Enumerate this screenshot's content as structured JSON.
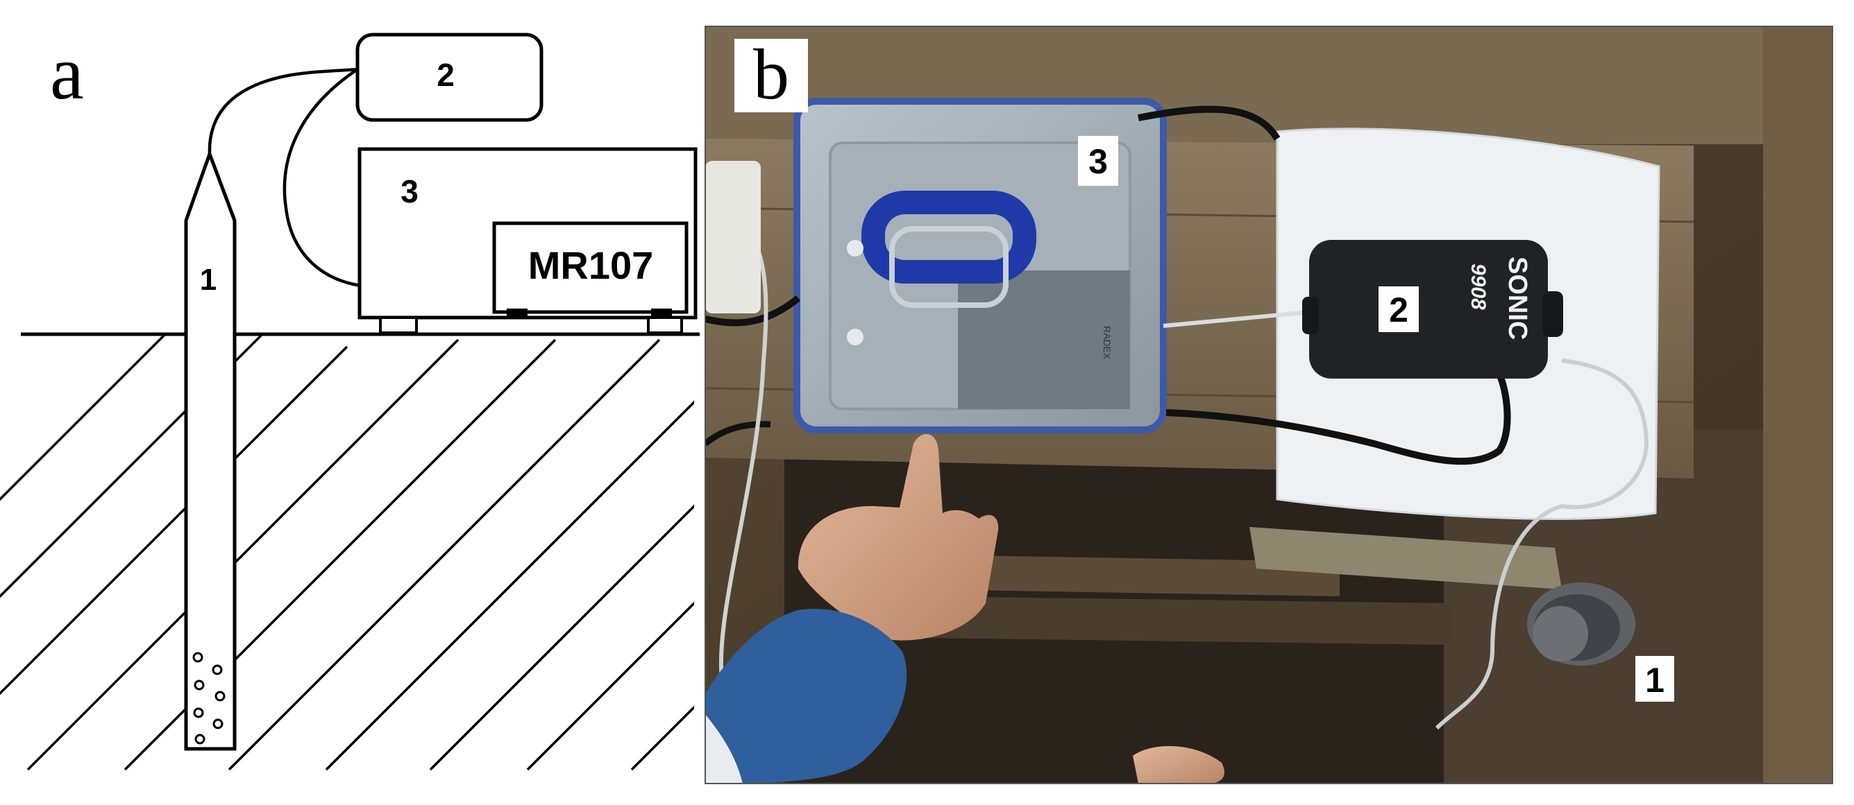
{
  "panel_a": {
    "letter": "a",
    "probe_label": "1",
    "pump_label": "2",
    "box_label": "3",
    "instrument_label": "MR107"
  },
  "panel_b": {
    "letter": "b",
    "box_label": "3",
    "pump_label": "2",
    "probe_label": "1",
    "pump_brand_text": "SONIC",
    "pump_model_text": "9908",
    "box_tag_text": "RADEX"
  },
  "colors": {
    "line": "#000000",
    "background": "#ffffff",
    "handle": "#1f3aa8",
    "foam": "#eef1f3",
    "pump_body": "#202326",
    "wood": "#6b5a44",
    "sleeve": "#2f5f9c"
  }
}
